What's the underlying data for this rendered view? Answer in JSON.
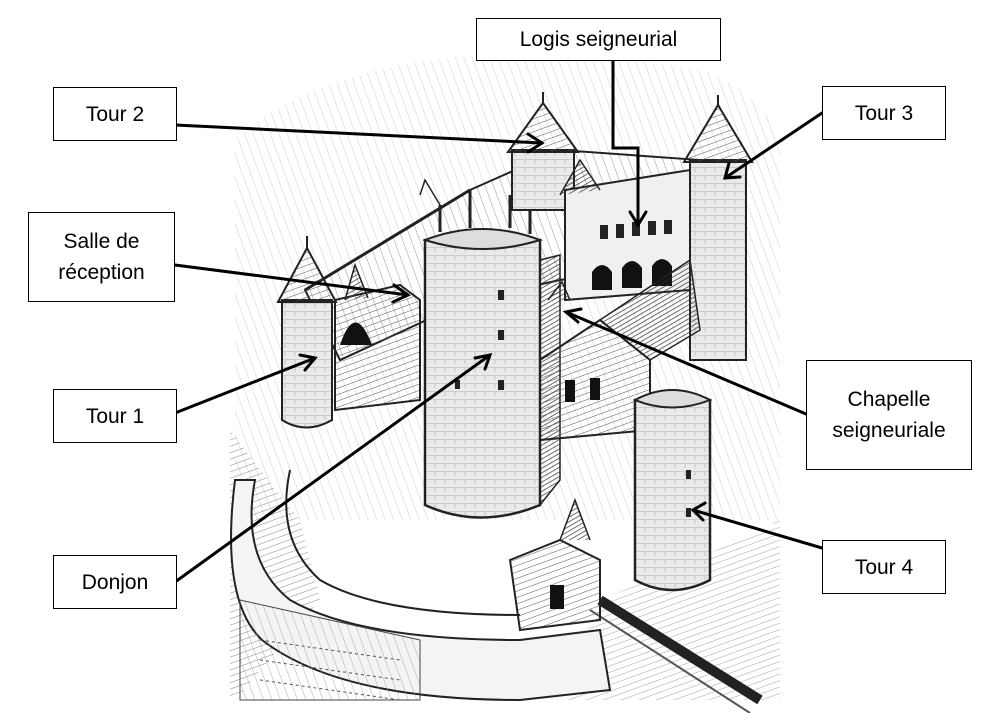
{
  "figure": {
    "subject": "castle-engraving",
    "ink_color": "#1a1a1a",
    "paper_color": "#ffffff"
  },
  "labels": {
    "logis": "Logis seigneurial",
    "tour2": "Tour 2",
    "tour3": "Tour 3",
    "salle": "Salle de\nréception",
    "tour1": "Tour 1",
    "chapelle": "Chapelle\nseigneuriale",
    "donjon": "Donjon",
    "tour4": "Tour 4"
  }
}
